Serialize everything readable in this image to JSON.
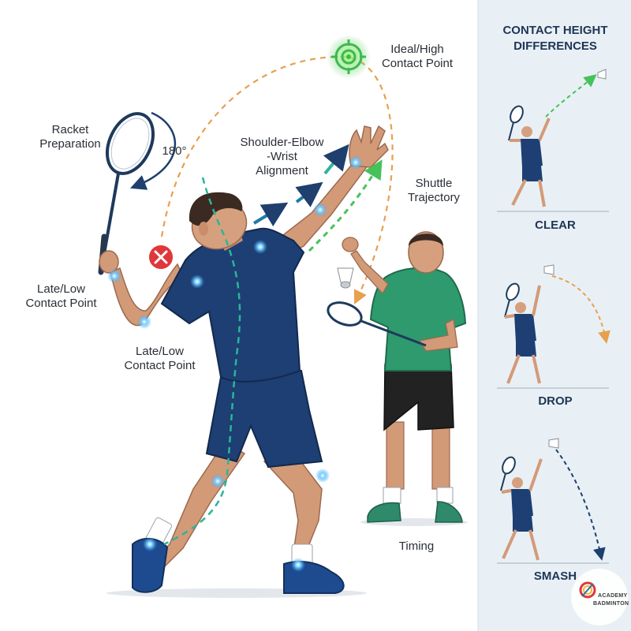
{
  "labels": {
    "ideal_contact": [
      "Ideal/High",
      "Contact Point"
    ],
    "racket_prep": [
      "Racket",
      "Preparation"
    ],
    "rotation": "180°",
    "alignment": [
      "Shoulder-Elbow",
      "-Wrist",
      "Alignment"
    ],
    "trajectory": [
      "Shuttle",
      "Trajectory"
    ],
    "late_low_1": [
      "Late/Low",
      "Contact Point"
    ],
    "late_low_2": [
      "Late/Low",
      "Contact Point"
    ],
    "timing": "Timing"
  },
  "sidebar": {
    "title": [
      "CONTACT HEIGHT",
      "DIFFERENCES"
    ],
    "shots": [
      {
        "name": "CLEAR"
      },
      {
        "name": "DROP"
      },
      {
        "name": "SMASH"
      }
    ]
  },
  "logo": {
    "line1": "ACADEMY",
    "line2": "BADMINTON"
  },
  "colors": {
    "player_shirt": "#1d3f73",
    "coach_shirt": "#2e9a6e",
    "joint_glow": "#37a8ff",
    "trajectory_orange": "#e8a04e",
    "alignment_arrow": "#1f7aa8",
    "arrow_green": "#45c25a",
    "error_red": "#e0373a",
    "sidebar_bg": "#e8f0f5",
    "title_navy": "#1f3556"
  }
}
